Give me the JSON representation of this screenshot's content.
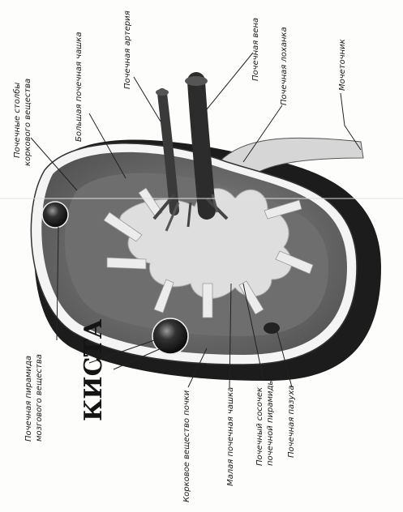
{
  "labels": {
    "cortical_columns_1": "Почечные столбы",
    "cortical_columns_2": "коркового вещества",
    "major_calyx": "Большая почечная чашка",
    "renal_artery": "Почечная артерия",
    "renal_vein": "Почечная вена",
    "renal_pelvis": "Почечная лоханка",
    "ureter": "Мочеточник",
    "pyramid_1": "Почечная пирамида",
    "pyramid_2": "мозгового вещества",
    "cyst": "КИСТА",
    "cortex": "Корковое вещество почки",
    "minor_calyx": "Малая почечная чашка",
    "papilla_1": "Почечный сосочек",
    "papilla_2": "почечной пирамиды",
    "sinus": "Почечная пазуха"
  },
  "colors": {
    "capsule": "#2a2a2a",
    "cortex": "#4a4a4a",
    "medulla": "#6b6b6b",
    "sinus": "#d9d9d9",
    "vessels": "#3a3a3a",
    "cyst": "#111111"
  }
}
